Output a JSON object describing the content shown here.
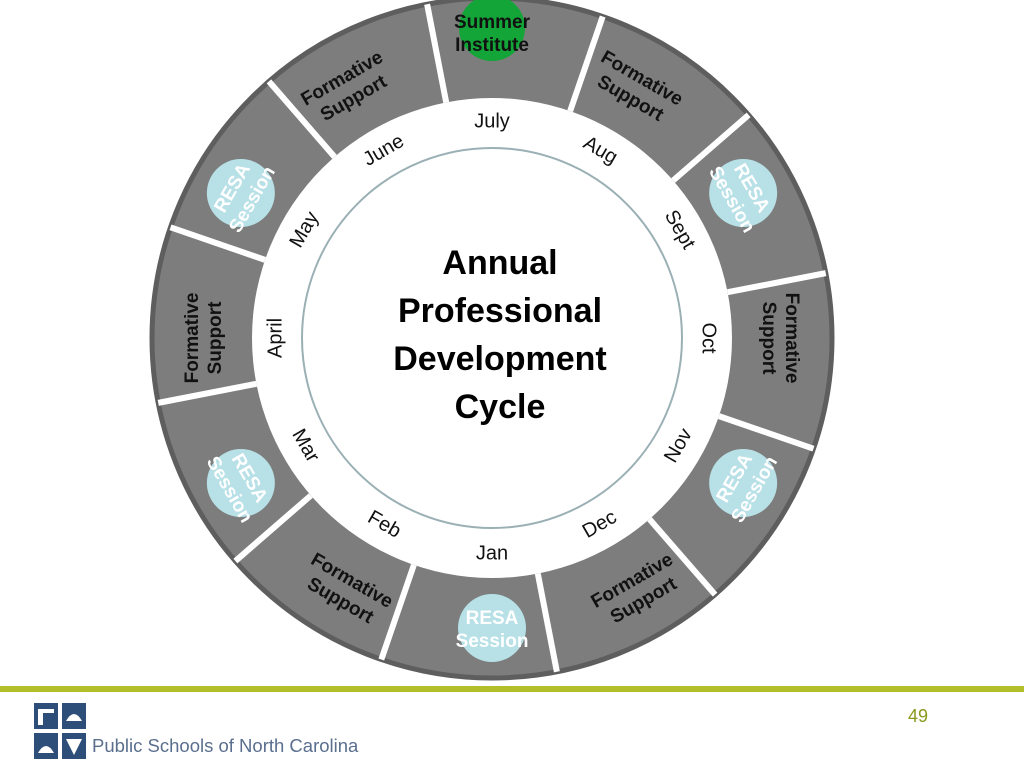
{
  "title_lines": [
    "Annual",
    "Professional",
    "Development",
    "Cycle"
  ],
  "segments": [
    {
      "label": [
        "Summer",
        "Institute"
      ],
      "marker": "green-dot",
      "text_color": "dark"
    },
    {
      "label": [
        "Formative",
        "Support"
      ],
      "marker": "none",
      "text_color": "dark"
    },
    {
      "label": [
        "RESA",
        "Session"
      ],
      "marker": "light-blue-dot",
      "text_color": "white"
    },
    {
      "label": [
        "Formative",
        "Support"
      ],
      "marker": "none",
      "text_color": "dark"
    },
    {
      "label": [
        "RESA",
        "Session"
      ],
      "marker": "light-blue-dot",
      "text_color": "white"
    },
    {
      "label": [
        "Formative",
        "Support"
      ],
      "marker": "none",
      "text_color": "dark"
    },
    {
      "label": [
        "RESA",
        "Session"
      ],
      "marker": "light-blue-dot",
      "text_color": "white"
    },
    {
      "label": [
        "Formative",
        "Support"
      ],
      "marker": "none",
      "text_color": "dark"
    },
    {
      "label": [
        "RESA",
        "Session"
      ],
      "marker": "light-blue-dot",
      "text_color": "white"
    },
    {
      "label": [
        "Formative",
        "Support"
      ],
      "marker": "none",
      "text_color": "dark"
    },
    {
      "label": [
        "RESA",
        "Session"
      ],
      "marker": "light-blue-dot",
      "text_color": "white"
    },
    {
      "label": [
        "Formative",
        "Support"
      ],
      "marker": "none",
      "text_color": "dark"
    }
  ],
  "months": [
    "July",
    "Aug",
    "Sept",
    "Oct",
    "Nov",
    "Dec",
    "Jan",
    "Feb",
    "Mar",
    "April",
    "May",
    "June"
  ],
  "colors": {
    "ring": "#7d7d7d",
    "ring_border": "#5e5e5e",
    "segment_divider": "#ffffff",
    "green_dot": "#13a538",
    "blue_dot": "#b8e0e7",
    "inner_circle_stroke": "#9bb0b5",
    "accent_rule": "#b2bf2a"
  },
  "footer": {
    "org_name": "Public Schools of North Carolina",
    "logo_icon": "nc-dpi-logo-icon",
    "page_number": "49"
  }
}
